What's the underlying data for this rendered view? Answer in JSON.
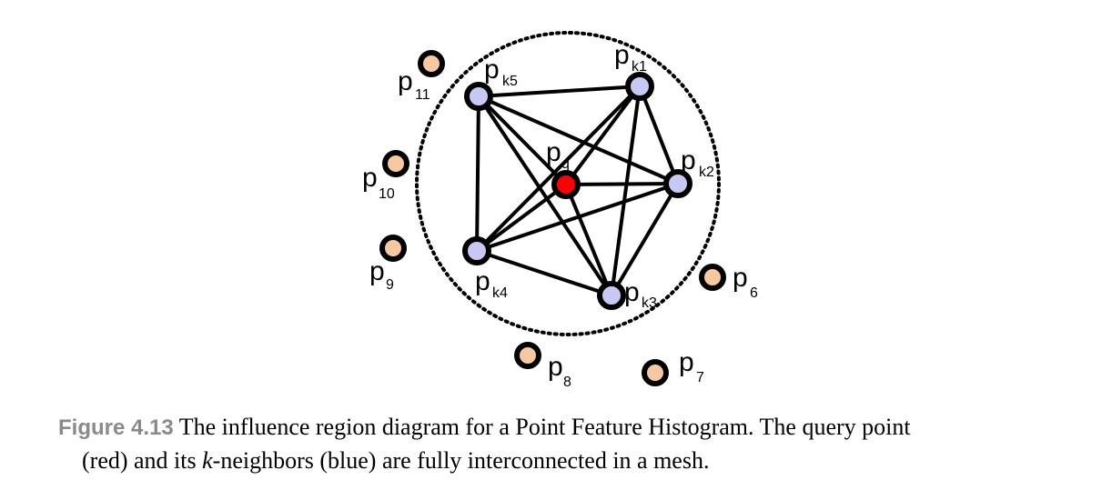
{
  "figure": {
    "number_label": "Figure 4.13",
    "caption_line1": "The influence region diagram for a Point Feature Histogram. The query point",
    "caption_line2_a": "(red) and its ",
    "caption_line2_k": "k",
    "caption_line2_b": "-neighbors (blue) are fully interconnected in a mesh."
  },
  "colors": {
    "query": "#ff0000",
    "neighbor": "#c8c8f4",
    "outside": "#f8c8a0",
    "stroke": "#000000"
  },
  "nodes": [
    {
      "id": "pq",
      "kind": "query",
      "label": "p",
      "sub": "q"
    },
    {
      "id": "pk1",
      "kind": "neighbor",
      "label": "p",
      "sub": "k1"
    },
    {
      "id": "pk2",
      "kind": "neighbor",
      "label": "p",
      "sub": "k2"
    },
    {
      "id": "pk3",
      "kind": "neighbor",
      "label": "p",
      "sub": "k3"
    },
    {
      "id": "pk4",
      "kind": "neighbor",
      "label": "p",
      "sub": "k4"
    },
    {
      "id": "pk5",
      "kind": "neighbor",
      "label": "p",
      "sub": "k5"
    },
    {
      "id": "p6",
      "kind": "outside",
      "label": "p",
      "sub": "6"
    },
    {
      "id": "p7",
      "kind": "outside",
      "label": "p",
      "sub": "7"
    },
    {
      "id": "p8",
      "kind": "outside",
      "label": "p",
      "sub": "8"
    },
    {
      "id": "p9",
      "kind": "outside",
      "label": "p",
      "sub": "9"
    },
    {
      "id": "p10",
      "kind": "outside",
      "label": "p",
      "sub": "10"
    },
    {
      "id": "p11",
      "kind": "outside",
      "label": "p",
      "sub": "11"
    }
  ],
  "edges": [
    [
      "pk5",
      "pk1"
    ],
    [
      "pk5",
      "pk2"
    ],
    [
      "pk5",
      "pk3"
    ],
    [
      "pk5",
      "pk4"
    ],
    [
      "pk5",
      "pq"
    ],
    [
      "pk1",
      "pk2"
    ],
    [
      "pk1",
      "pk3"
    ],
    [
      "pk1",
      "pk4"
    ],
    [
      "pk1",
      "pq"
    ],
    [
      "pk2",
      "pk3"
    ],
    [
      "pk2",
      "pk4"
    ],
    [
      "pk2",
      "pq"
    ],
    [
      "pk3",
      "pk4"
    ],
    [
      "pk3",
      "pq"
    ],
    [
      "pk4",
      "pq"
    ]
  ]
}
